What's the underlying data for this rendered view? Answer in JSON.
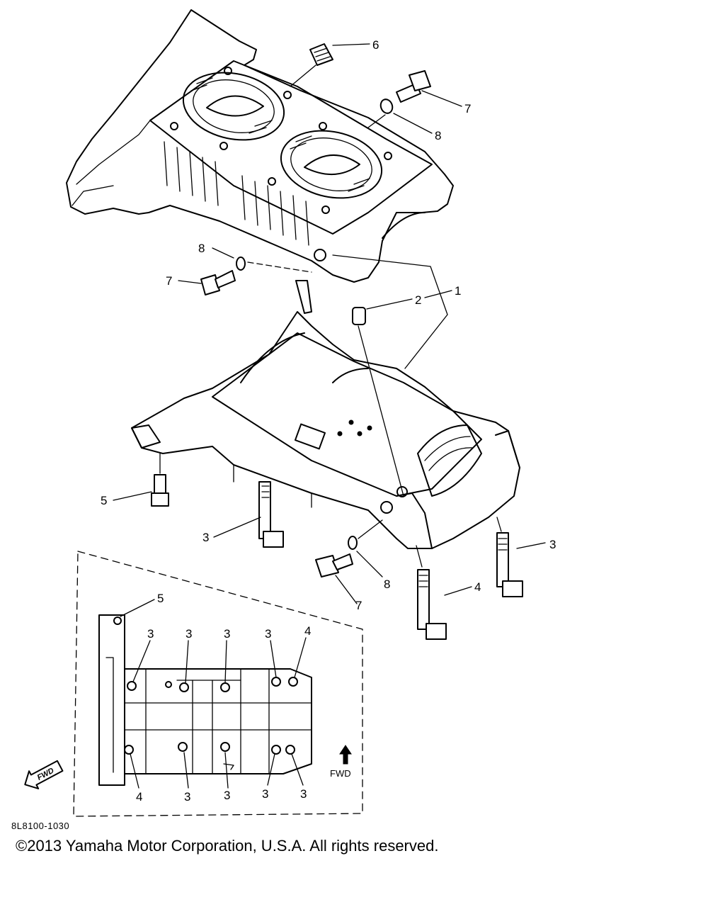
{
  "diagram": {
    "callouts": {
      "c1": "1",
      "c2": "2",
      "c3a": "3",
      "c3b": "3",
      "c4": "4",
      "c5": "5",
      "c6": "6",
      "c7a": "7",
      "c7b": "7",
      "c7c": "7",
      "c8a": "8",
      "c8b": "8",
      "c8c": "8"
    },
    "inset": {
      "callouts": {
        "top5": "5",
        "top3a": "3",
        "top3b": "3",
        "top3c": "3",
        "top3d": "3",
        "top4": "4",
        "bot4": "4",
        "bot3a": "3",
        "bot3b": "3",
        "bot3c": "3",
        "bot3d": "3"
      },
      "fwd_label": "FWD"
    },
    "fwd_badge": "FWD",
    "reference_code": "8L8100-1030"
  },
  "footer": {
    "copyright": "©2013 Yamaha Motor Corporation, U.S.A. All rights reserved."
  }
}
